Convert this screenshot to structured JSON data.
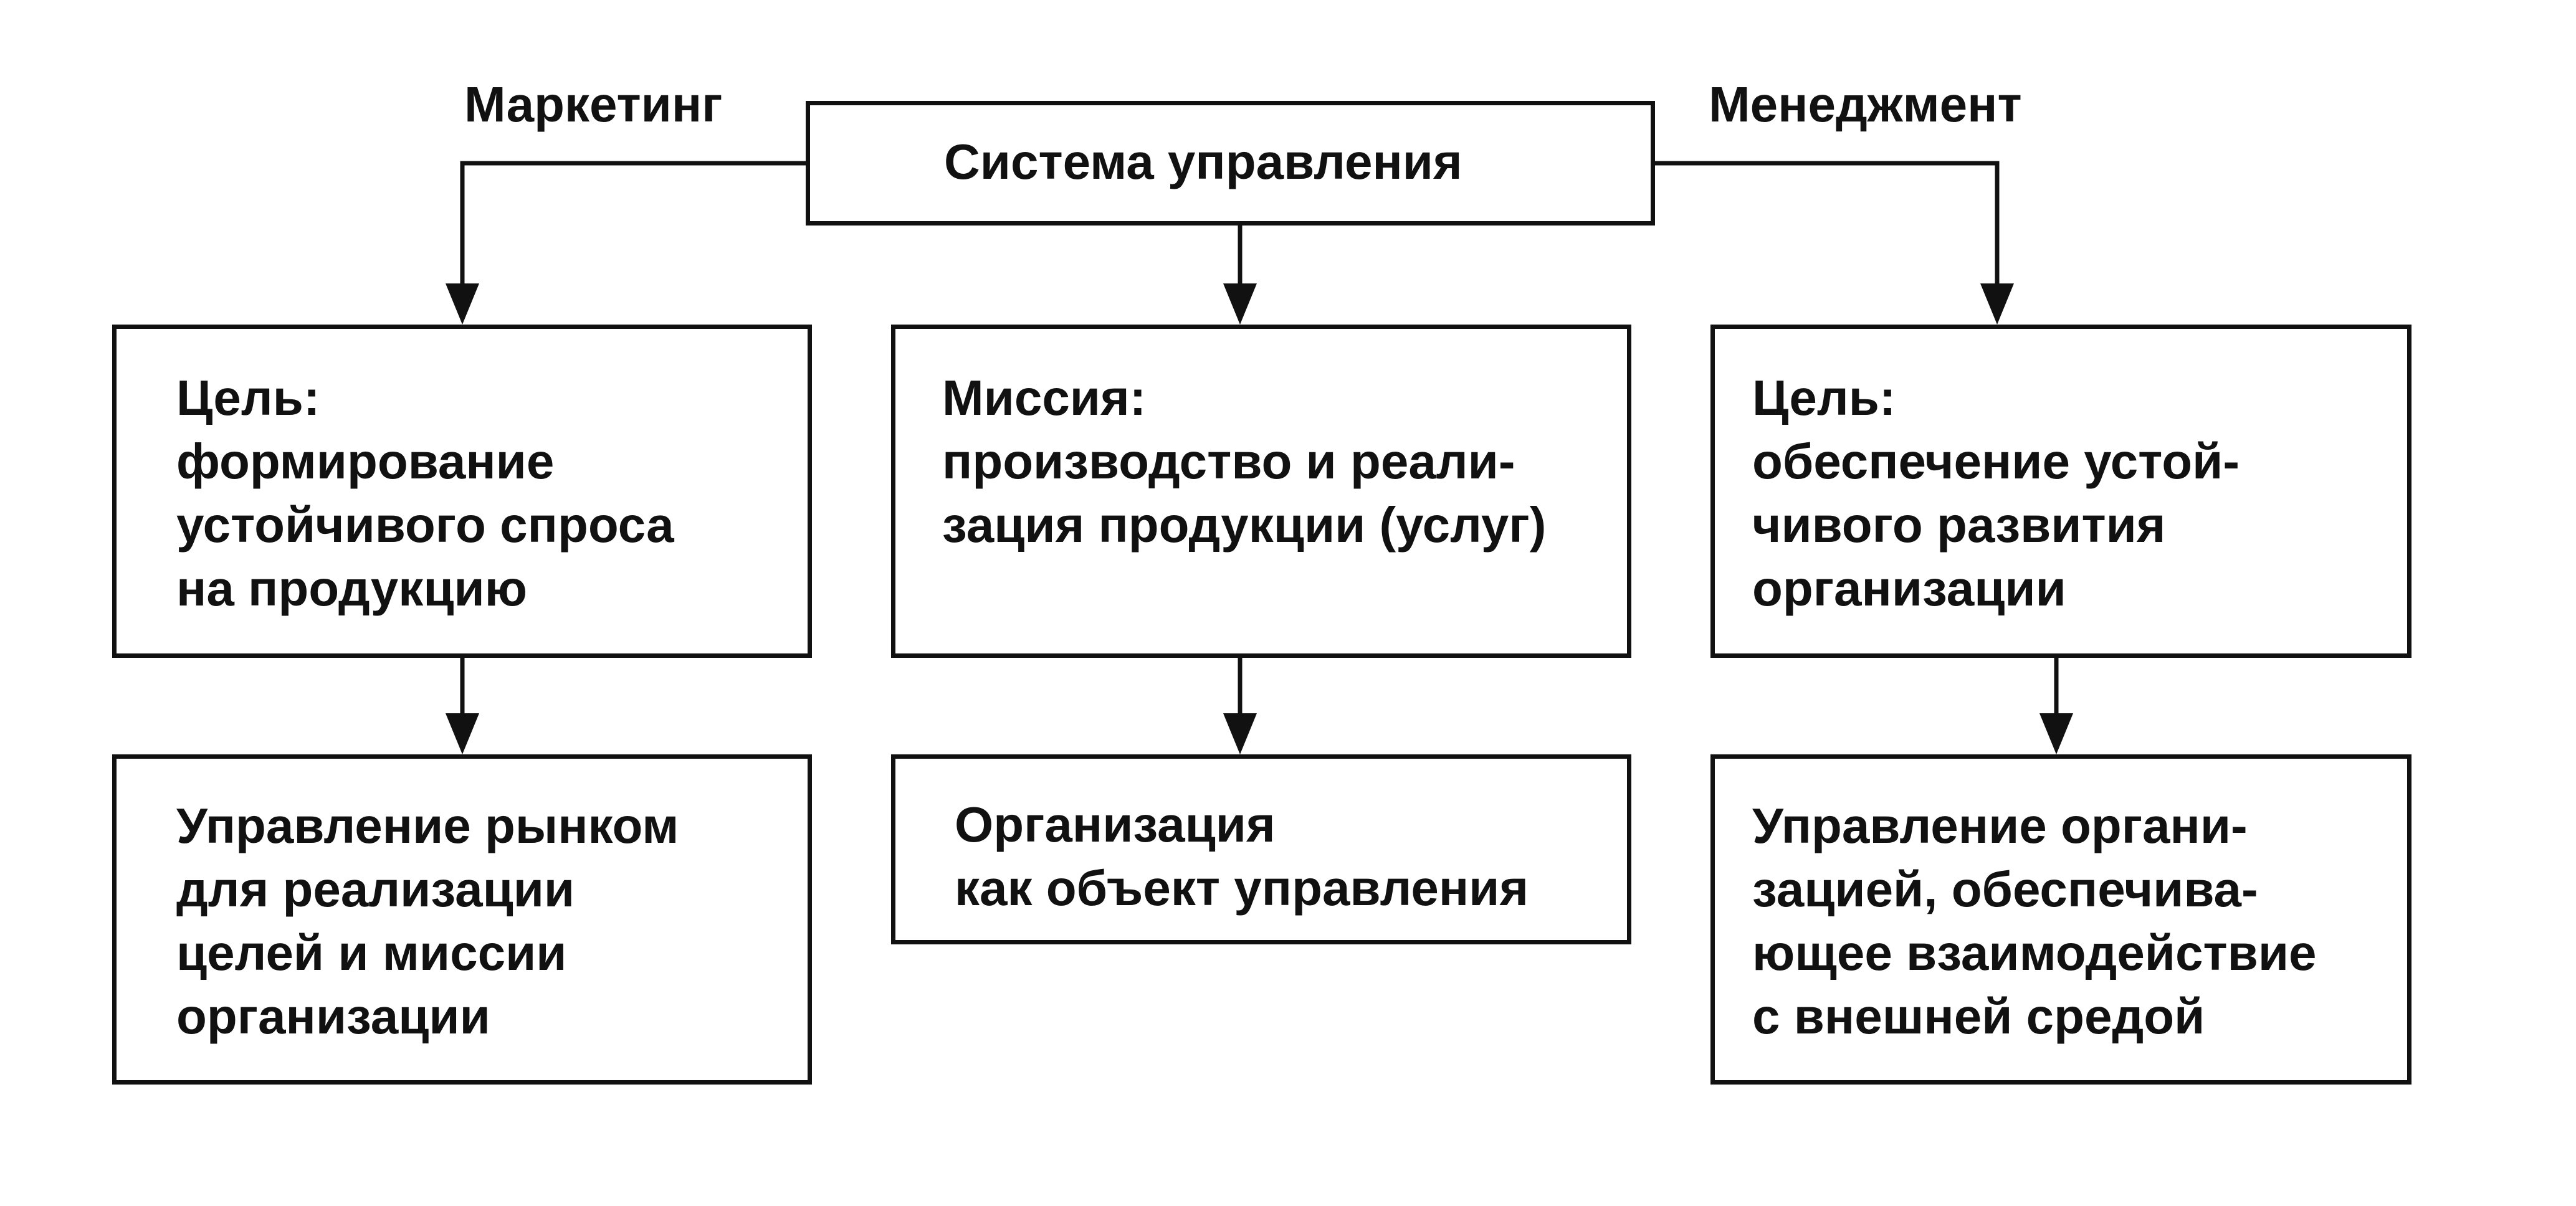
{
  "diagram": {
    "labels": {
      "left": "Маркетинг",
      "right": "Менеджмент"
    },
    "top": {
      "lines": [
        "Система управления"
      ]
    },
    "left_goal": {
      "lines": [
        "Цель:",
        "формирование",
        "устойчивого спроса",
        "на продукцию"
      ]
    },
    "center_mission": {
      "lines": [
        "Миссия:",
        "производство и реали-",
        "зация продукции (услуг)"
      ]
    },
    "right_goal": {
      "lines": [
        "Цель:",
        "обеспечение устой-",
        "чивого развития",
        "организации"
      ]
    },
    "left_result": {
      "lines": [
        "Управление рынком",
        "для реализации",
        "целей и миссии",
        "организации"
      ]
    },
    "center_result": {
      "lines": [
        "Организация",
        "как объект управления"
      ]
    },
    "right_result": {
      "lines": [
        "Управление органи-",
        "зацией, обеспечива-",
        "ющее взаимодействие",
        "с внешней средой"
      ]
    }
  }
}
